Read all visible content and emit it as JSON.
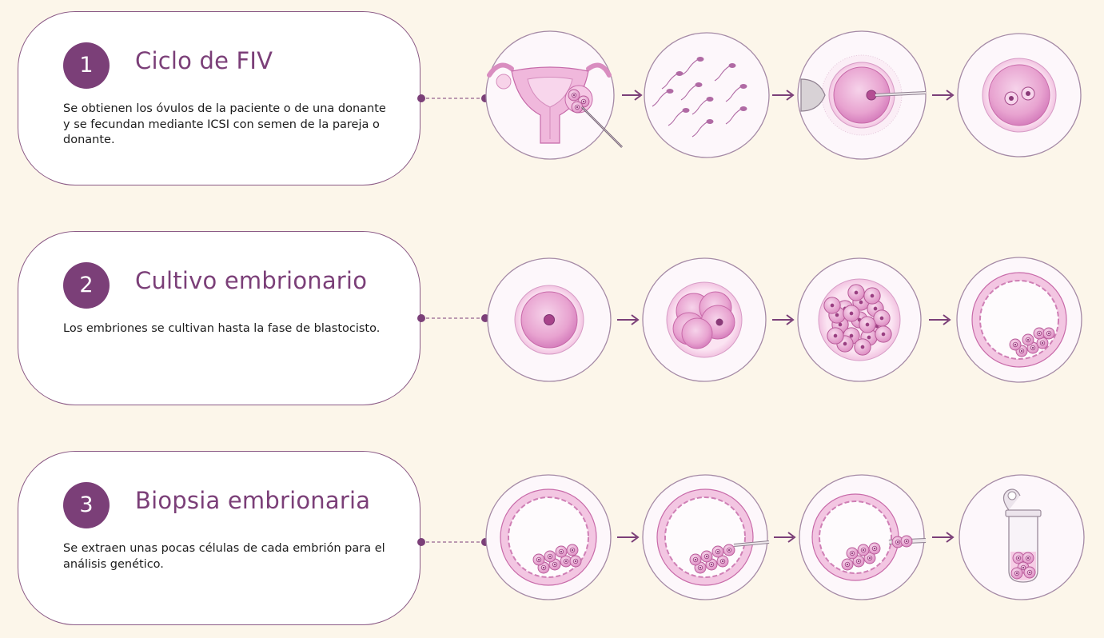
{
  "steps": [
    {
      "number": "1",
      "title": "Ciclo de FIV",
      "description": "Se obtienen los óvulos de la paciente o de una donante y se fecundan mediante ICSI con semen de la pareja o donante.",
      "illustrations": [
        "uterus-ovary-icon",
        "sperm-icon",
        "icsi-injection-icon",
        "zygote-icon"
      ]
    },
    {
      "number": "2",
      "title": "Cultivo embrionario",
      "description": "Los embriones se cultivan hasta la fase de blastocisto.",
      "illustrations": [
        "single-cell-embryo-icon",
        "four-cell-embryo-icon",
        "morula-icon",
        "blastocyst-icon"
      ]
    },
    {
      "number": "3",
      "title": "Biopsia embrionaria",
      "description": "Se extraen unas pocas células de cada embrión para el análisis genético.",
      "illustrations": [
        "blastocyst-icon",
        "biopsy-pipette-icon",
        "cells-extracted-icon",
        "sample-tube-icon"
      ]
    }
  ],
  "colors": {
    "background": "#fcf6ea",
    "accent": "#7b3f78",
    "card_border": "#8b5a86",
    "cell_pink": "#e9a6d2",
    "circle_stroke": "#a58aa6"
  }
}
